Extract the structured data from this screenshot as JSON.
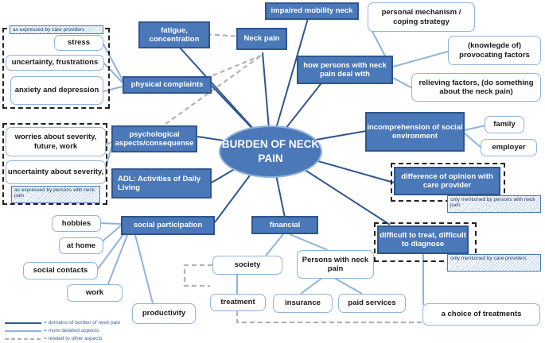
{
  "center": "BURDEN OF NECK PAIN",
  "domains": {
    "impaired_mobility": "impaired mobility neck",
    "fatigue": "fatigue, concentration",
    "neck_pain": "Neck pain",
    "deal_with": "how persons with neck pain deal with",
    "physical": "physical complaints",
    "psychological": "psychological aspects/consequense",
    "incomprehension": "incomprehension of social environment",
    "adl": "ADL: Activities of Daily Living",
    "difference": "difference of opinion with care provider",
    "social": "social participation",
    "financial": "financial",
    "difficult": "difficult to treat, difficult to diagnose"
  },
  "details": {
    "personal": "personal mechanism / coping strategy",
    "provocating": "(knowlegde of) provocating factors",
    "relieving": "relieving factors, (do something about the neck pain)",
    "stress": "stress",
    "uncertainty": "uncertainty, frustrations",
    "anxiety": "anxiety and depression",
    "worries": "worries about severity, future, work",
    "uncertainty_sev": "uncertainty about severity,",
    "family": "family",
    "employer": "employer",
    "hobbies": "hobbies",
    "at_home": "at home",
    "social_contacts": "social contacts",
    "work": "work",
    "productivity": "productivity",
    "society": "society",
    "treatment": "treatment",
    "persons_np": "Persons with neck pain",
    "insurance": "insurance",
    "paid_services": "paid services",
    "choice": "a choice of treatments"
  },
  "notes": {
    "care_providers": "as expressed by care providers",
    "persons_np": "as expressed by persons with neck pain",
    "only_persons": "only mentioned by persons with neck pain",
    "only_care": "only mentioned by care providers"
  },
  "legend": {
    "domains": "= domains of burden of neck pain",
    "detailed": "= more detailed aspects",
    "related": "= related to other aspects"
  },
  "colors": {
    "domain_fill": "#4a78b8",
    "domain_border": "#2f568e",
    "detail_border": "#8fb3dc",
    "line_dark": "#2f568e",
    "line_light": "#8fb3dc",
    "line_related": "#b3b3b3"
  }
}
